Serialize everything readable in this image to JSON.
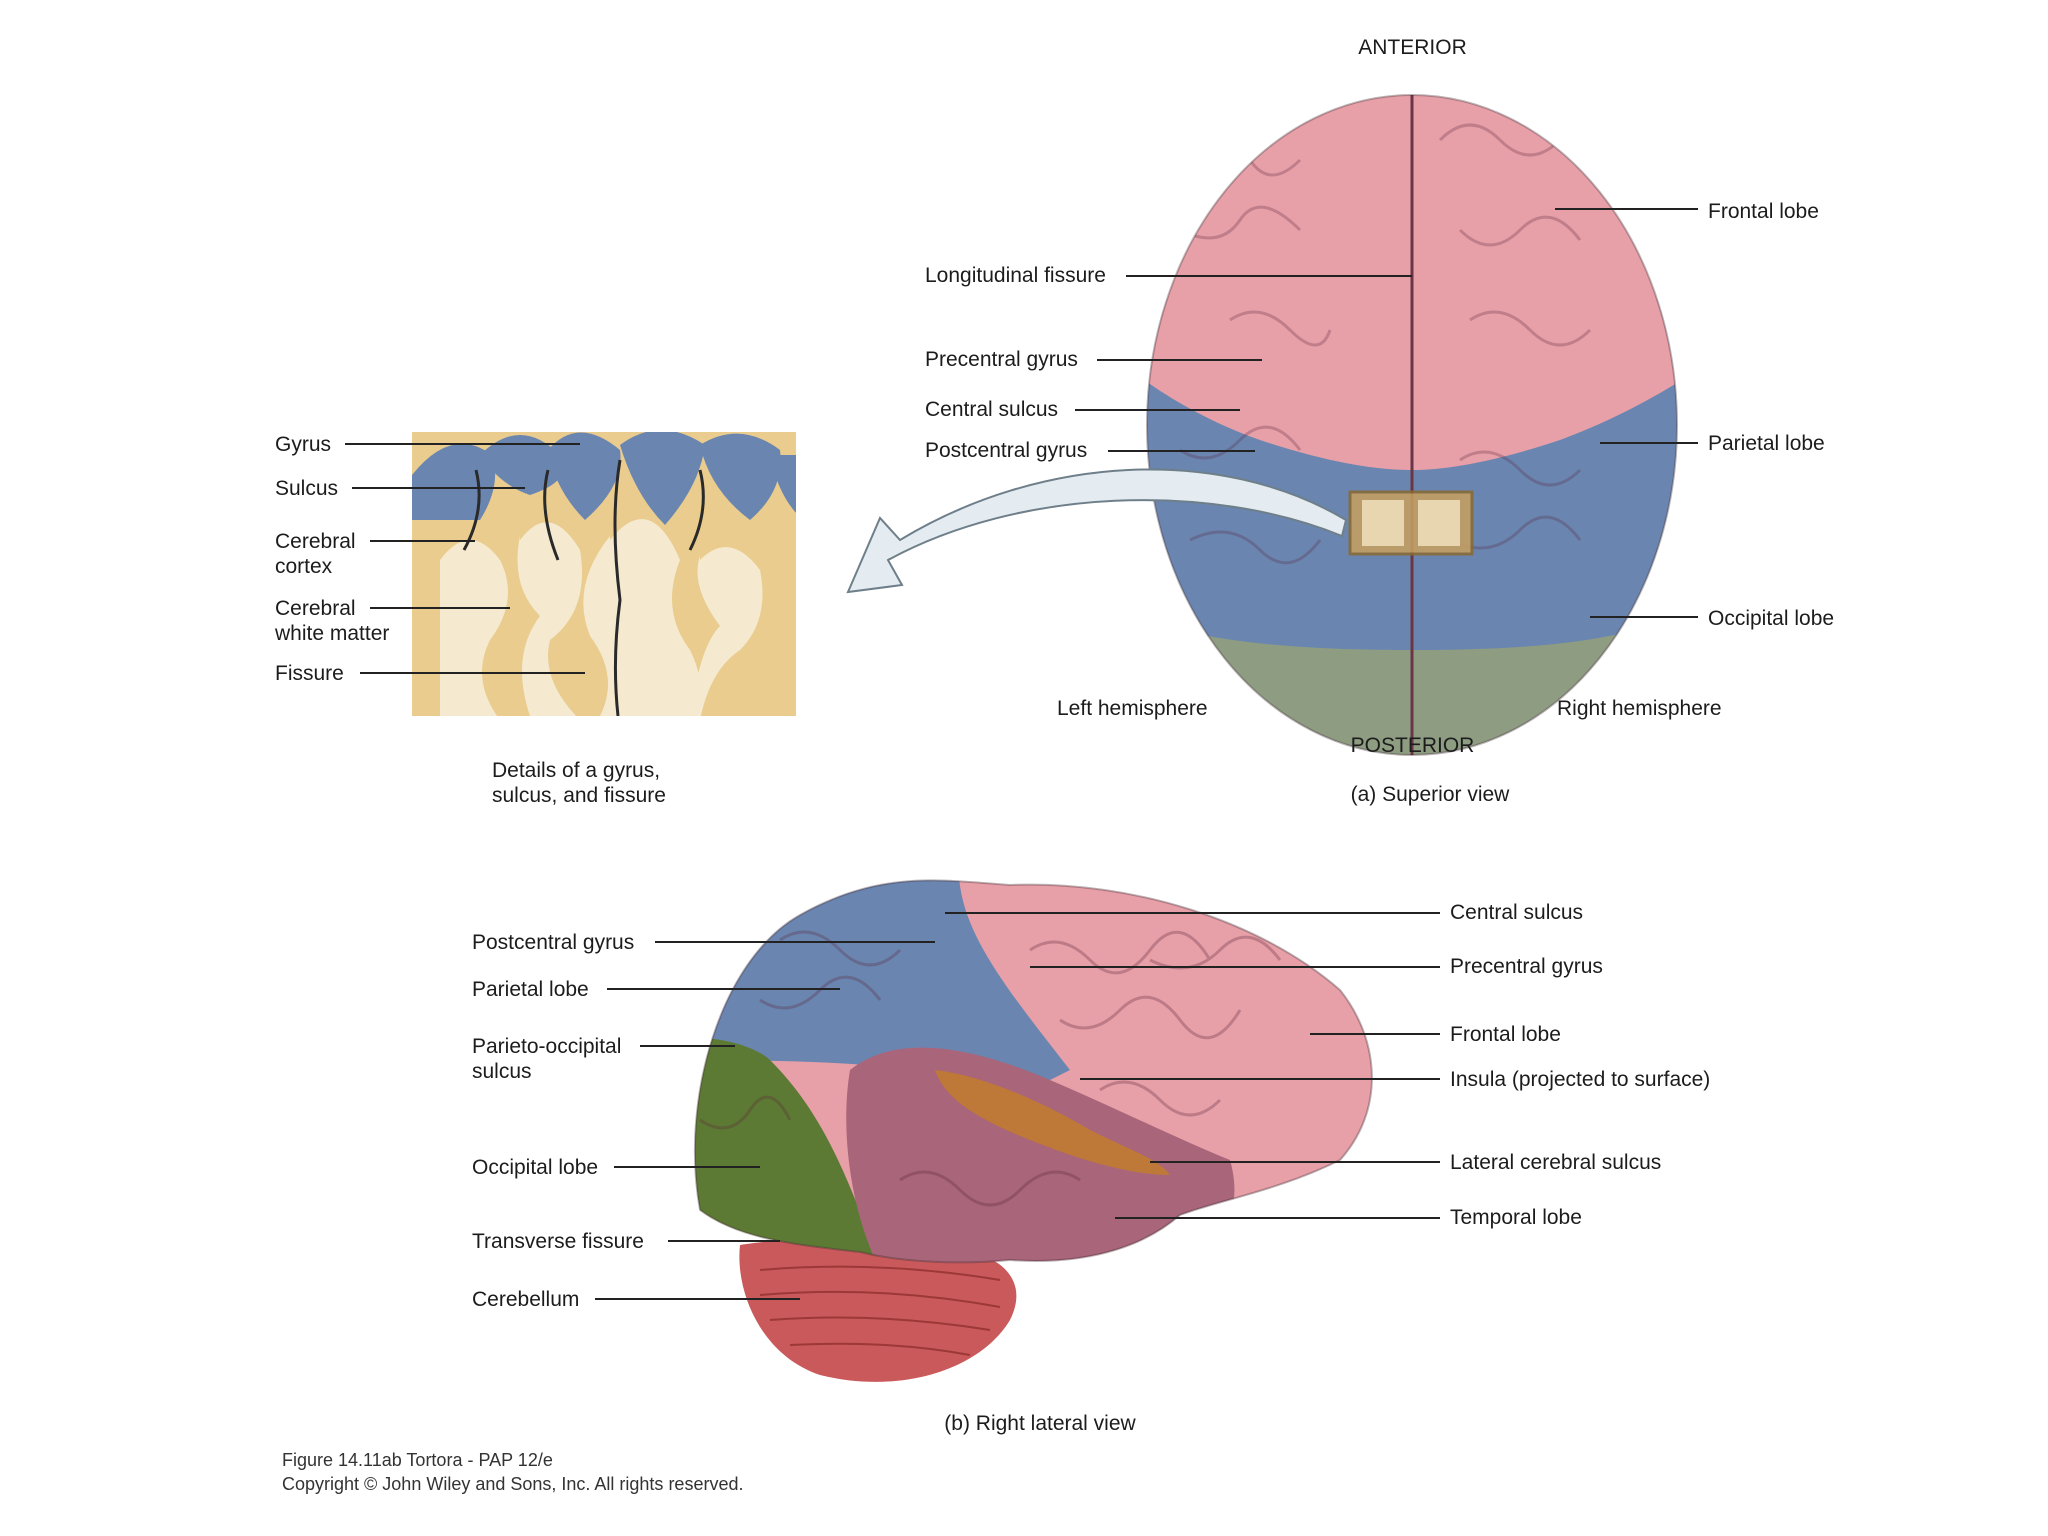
{
  "colors": {
    "frontal": "#e8a0a8",
    "parietal": "#6a86b0",
    "occipital_superior": "#8e9c82",
    "occipital_lateral": "#5d7a34",
    "temporal": "#a9657a",
    "cerebellum": "#c9595a",
    "insula": "#c07a30",
    "cortex_gray": "#e9cc8e",
    "white_matter": "#f5ead0"
  },
  "superior_view": {
    "anterior": "ANTERIOR",
    "posterior": "POSTERIOR",
    "left_hemisphere": "Left hemisphere",
    "right_hemisphere": "Right hemisphere",
    "caption": "(a) Superior view",
    "labels": {
      "longitudinal_fissure": "Longitudinal fissure",
      "precentral_gyrus": "Precentral gyrus",
      "central_sulcus": "Central sulcus",
      "postcentral_gyrus": "Postcentral gyrus",
      "frontal_lobe": "Frontal lobe",
      "parietal_lobe": "Parietal lobe",
      "occipital_lobe": "Occipital lobe"
    }
  },
  "detail_view": {
    "caption": "Details of a gyrus,\nsulcus, and fissure",
    "labels": {
      "gyrus": "Gyrus",
      "sulcus": "Sulcus",
      "cerebral_cortex": "Cerebral\ncortex",
      "cerebral_white_matter": "Cerebral\nwhite matter",
      "fissure": "Fissure"
    }
  },
  "lateral_view": {
    "caption": "(b) Right lateral view",
    "labels": {
      "postcentral_gyrus": "Postcentral gyrus",
      "parietal_lobe": "Parietal lobe",
      "parieto_occipital_sulcus": "Parieto-occipital\nsulcus",
      "occipital_lobe": "Occipital lobe",
      "transverse_fissure": "Transverse fissure",
      "cerebellum": "Cerebellum",
      "central_sulcus": "Central sulcus",
      "precentral_gyrus": "Precentral gyrus",
      "frontal_lobe": "Frontal lobe",
      "insula": "Insula (projected  to surface)",
      "lateral_cerebral_sulcus": "Lateral cerebral sulcus",
      "temporal_lobe": "Temporal lobe"
    }
  },
  "credit": {
    "line1": "Figure 14.11ab  Tortora - PAP 12/e",
    "line2": "Copyright © John Wiley and Sons, Inc. All rights reserved."
  }
}
